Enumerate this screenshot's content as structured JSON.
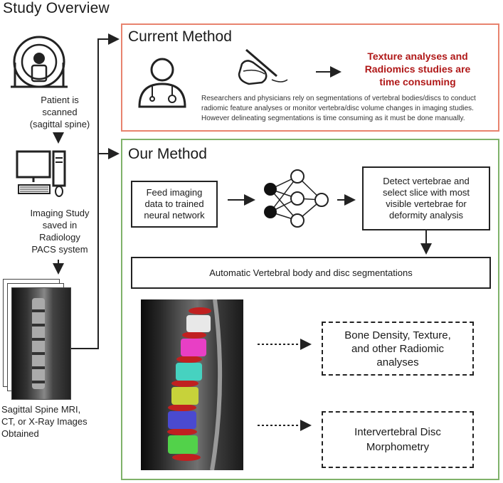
{
  "title": "Study Overview",
  "left": {
    "patient_caption": [
      "Patient is",
      "scanned",
      "(sagittal spine)"
    ],
    "pacs_caption": [
      "Imaging Study",
      "saved in",
      "Radiology",
      "PACS system"
    ],
    "images_caption": [
      "Sagittal Spine MRI,",
      "CT, or X-Ray Images",
      "Obtained"
    ]
  },
  "current": {
    "title": "Current Method",
    "outcome": [
      "Texture analyses and",
      "Radiomics studies are",
      "time consuming"
    ],
    "description": [
      "Researchers and physicians rely on segmentations of vertebral bodies/discs to conduct",
      "radiomic feature analyses or monitor vertebra/disc volume changes in imaging studies.",
      "However delineating segmentations is time consuming as it must be done manually."
    ]
  },
  "ours": {
    "title": "Our Method",
    "feed": [
      "Feed imaging",
      "data to trained",
      "neural network"
    ],
    "detect": [
      "Detect vertebrae and",
      "select slice with most",
      "visible vertebrae for",
      "deformity analysis"
    ],
    "auto": "Automatic Vertebral body and disc segmentations",
    "bone": [
      "Bone Density, Texture,",
      "and other Radiomic",
      "analyses"
    ],
    "disc": [
      "Intervertebral Disc",
      "Morphometry"
    ]
  },
  "colors": {
    "red_border": "#e8836e",
    "green_border": "#7fb26a",
    "red_text": "#b01818",
    "vertebra_colors": [
      "#e83fc5",
      "#e83fc5",
      "#46d2c0",
      "#c7d23a",
      "#4a4ad0",
      "#52d24a"
    ],
    "disc_color": "#c02020"
  }
}
